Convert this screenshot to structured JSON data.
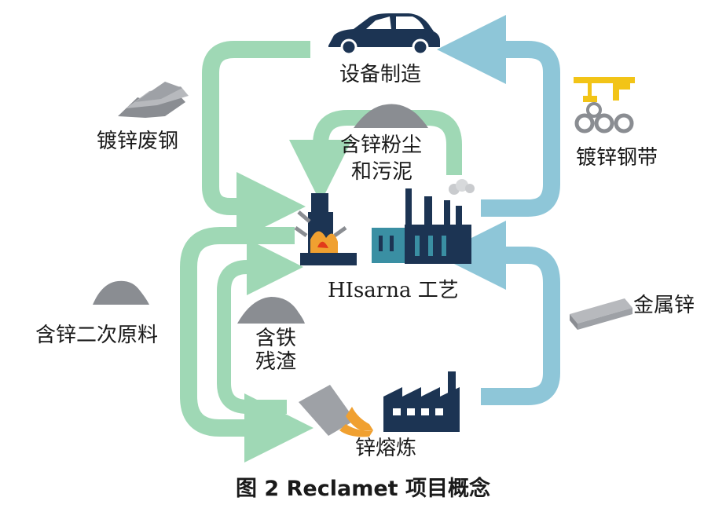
{
  "labels": {
    "manufacturing": "设备制造",
    "galv_scrap": "镀锌废钢",
    "zinc_dust": "含锌粉尘",
    "zinc_sludge": "和污泥",
    "galv_strip": "镀锌钢带",
    "hisarna": "HIsarna 工艺",
    "secondary_raw": "含锌二次原料",
    "iron_residue_1": "含铁",
    "iron_residue_2": "残渣",
    "metal_zinc": "金属锌",
    "zinc_smelting": "锌熔炼"
  },
  "caption": "图 2   Reclamet 项目概念",
  "colors": {
    "green_arrow": "#9fd8b5",
    "blue_arrow": "#8ec6d8",
    "navy": "#1c3453",
    "teal": "#3a8fa3",
    "gray": "#8a8d92",
    "yellow": "#f2c417",
    "orange": "#f0a030"
  }
}
